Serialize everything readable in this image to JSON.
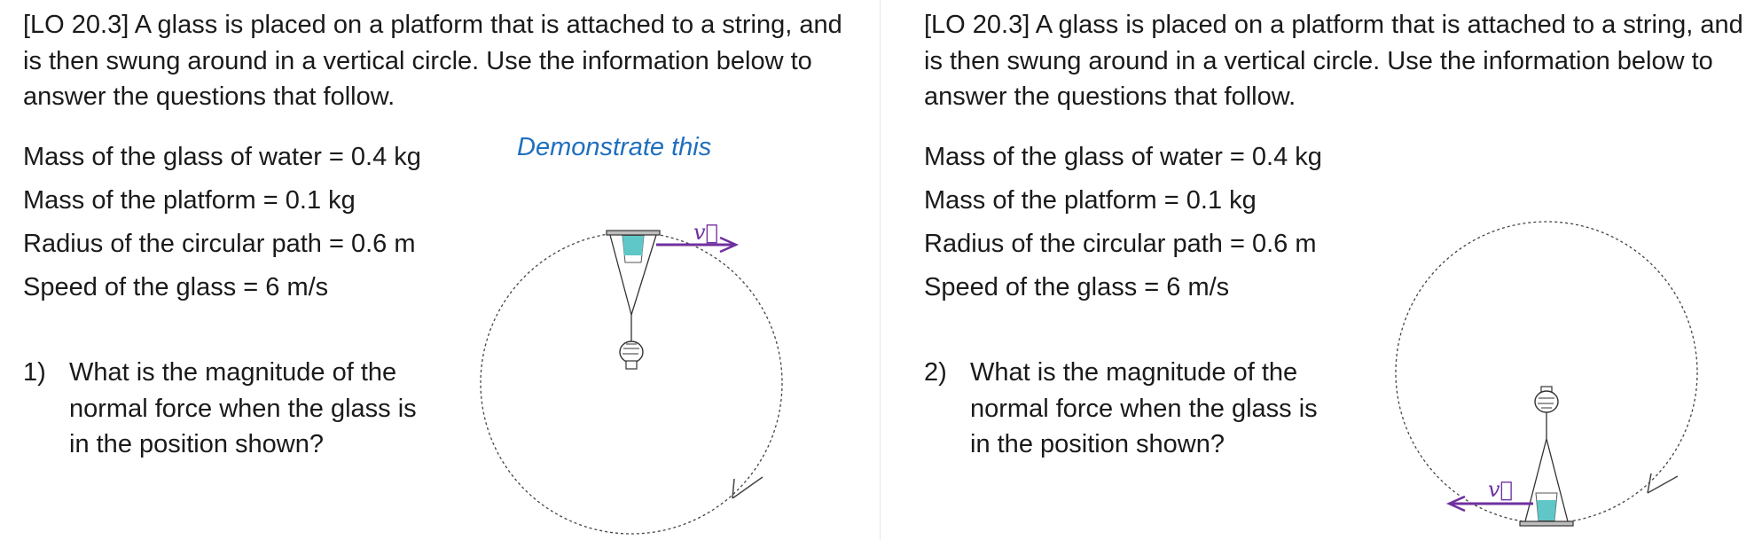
{
  "slides": [
    {
      "intro": "[LO 20.3]  A glass is placed on a platform that is attached to a string, and is then swung around in a vertical circle.  Use the information below to answer the questions that follow.",
      "given": [
        "Mass of the glass of water = 0.4 kg",
        "Mass of the platform = 0.1 kg",
        "Radius of the circular path = 0.6 m",
        "Speed of the glass = 6 m/s"
      ],
      "question_number": "1)",
      "question_text": "What is the magnitude of the normal force when the glass is in the position shown?",
      "demo_text": "Demonstrate this",
      "velocity_label": "v⃗",
      "glass_position": "top",
      "velocity_direction": "right"
    },
    {
      "intro": "[LO 20.3]  A glass is placed on a platform that is attached to a string, and is then swung around in a vertical circle.  Use the information below to answer the questions that follow.",
      "given": [
        "Mass of the glass of water = 0.4 kg",
        "Mass of the platform = 0.1 kg",
        "Radius of the circular path = 0.6 m",
        "Speed of the glass = 6 m/s"
      ],
      "question_number": "2)",
      "question_text": "What is the magnitude of the normal force when the glass is in the position shown?",
      "velocity_label": "v⃗",
      "glass_position": "bottom",
      "velocity_direction": "left"
    }
  ],
  "colors": {
    "velocity_arrow": "#7030a0",
    "water": "#5fc7c7",
    "demo_text": "#1f6fbf"
  }
}
